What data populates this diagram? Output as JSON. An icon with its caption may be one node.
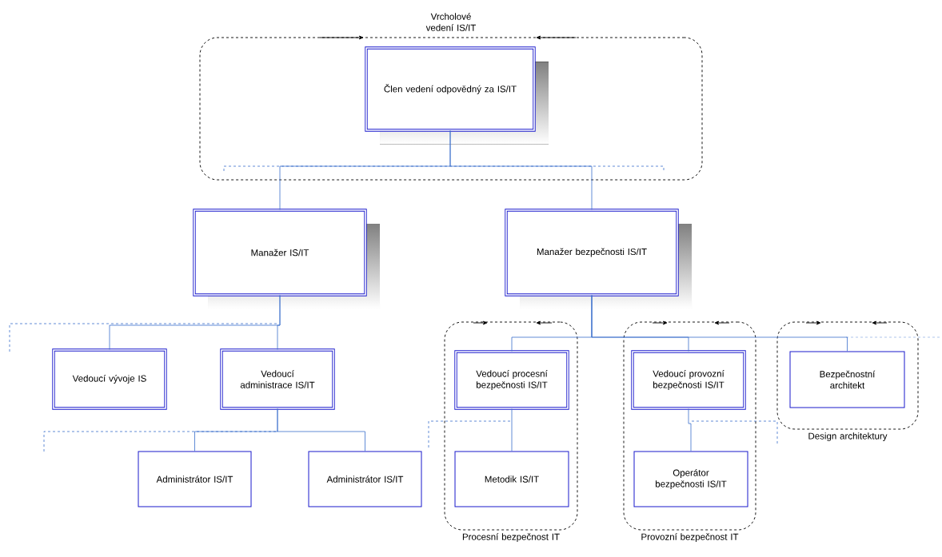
{
  "diagram": {
    "nodes": [
      {
        "text": [
          "Vrcholové vedení IS/IT"
        ]
      },
      {
        "text": [
          "Člen vedení odpovědný za IS/IT"
        ],
        "in": 0
      },
      {
        "text": [
          "Manažer IS/IT"
        ]
      },
      {
        "text": [
          "Manažer bezpečnosti IS/IT"
        ]
      },
      {
        "text": [
          "Vedoucí vývoje IS"
        ]
      },
      {
        "text": [
          "Vedoucí administrace IS/IT"
        ]
      },
      {
        "text": [
          "Administrátor IS/IT"
        ]
      },
      {
        "text": [
          "Administrátor IS/IT"
        ]
      },
      {
        "text": [
          "Procesní bezpečnost IT"
        ]
      },
      {
        "text": [
          "Vedoucí procesní bezpečnosti IS/IT"
        ],
        "in": 8
      },
      {
        "text": [
          "Metodik IS/IT"
        ],
        "in": 8
      },
      {
        "text": [
          "Provozní bezpečnost IT"
        ]
      },
      {
        "text": [
          "Vedoucí provozní bezpečnosti IS/IT"
        ],
        "in": 11
      },
      {
        "text": [
          "Operátor bezpečnosti IS/IT"
        ],
        "in": 11
      },
      {
        "text": [
          "Design architektury"
        ]
      },
      {
        "text": [
          "Bezpečnostní architekt"
        ],
        "in": 14
      }
    ],
    "edges": [
      {
        "from": 1,
        "to": 2,
        "arrow": "none"
      },
      {
        "from": 1,
        "to": 3,
        "arrow": "none"
      },
      {
        "from": 2,
        "to": 4,
        "arrow": "none"
      },
      {
        "from": 2,
        "to": 5,
        "arrow": "none"
      },
      {
        "from": 5,
        "to": 6,
        "arrow": "none"
      },
      {
        "from": 5,
        "to": 7,
        "arrow": "none"
      },
      {
        "from": 3,
        "to": 9,
        "arrow": "none"
      },
      {
        "from": 3,
        "to": 12,
        "arrow": "none"
      },
      {
        "from": 3,
        "to": 15,
        "arrow": "none"
      },
      {
        "from": 9,
        "to": 10,
        "arrow": "none"
      },
      {
        "from": 12,
        "to": 13,
        "arrow": "none"
      }
    ]
  }
}
